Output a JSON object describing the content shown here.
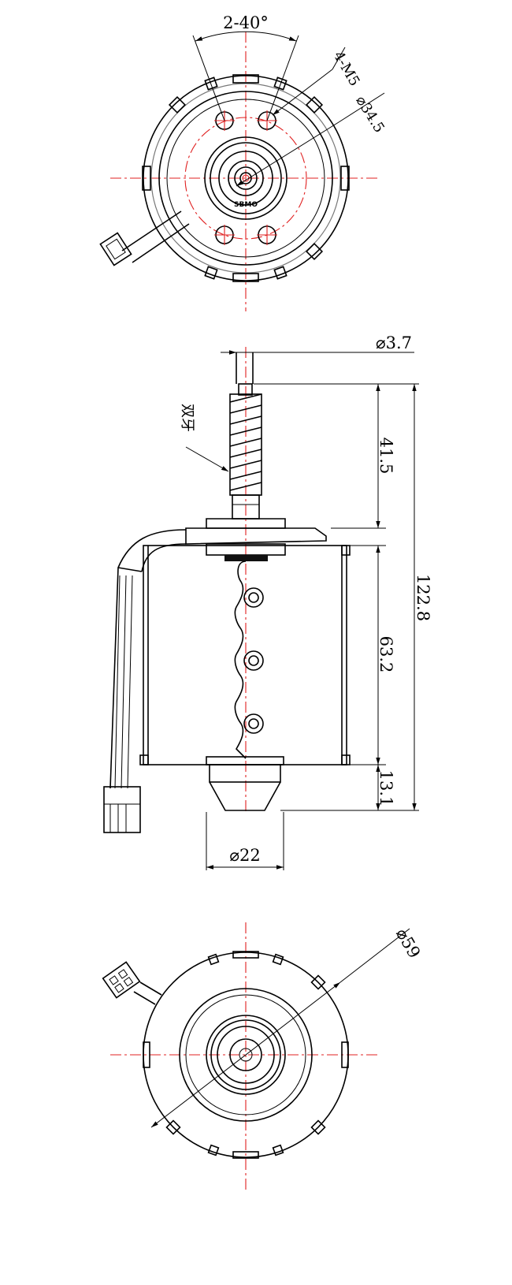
{
  "colors": {
    "outline": "#000000",
    "centerline": "#e02020",
    "background": "#ffffff"
  },
  "top_view": {
    "angle_label": "2-40°",
    "hole_label": "4-M5",
    "circle_diameter_label": "⌀34.5",
    "logo_text": "SBMO"
  },
  "front_view": {
    "shaft_diameter_label": "⌀3.7",
    "worm_label": "双牙",
    "shaft_length_label": "41.5",
    "body_length_label": "63.2",
    "overall_length_label": "122.8",
    "boss_length_label": "13.1",
    "boss_diameter_label": "⌀22"
  },
  "bottom_view": {
    "body_diameter_label": "⌀59"
  }
}
